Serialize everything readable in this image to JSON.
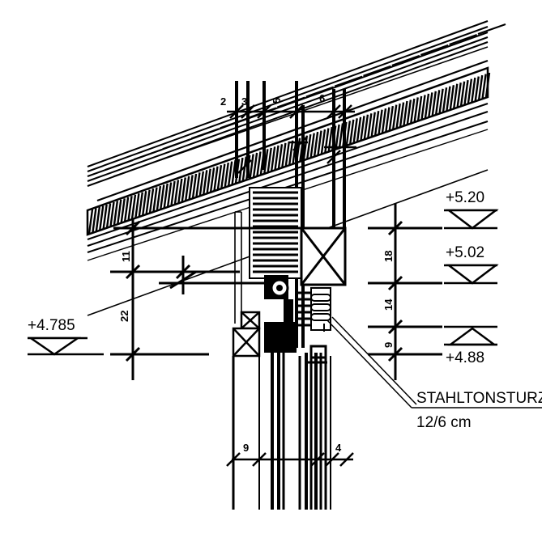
{
  "levels": {
    "l520": "+5.20",
    "l502": "+5.02",
    "l488": "+4.88",
    "l4785": "+4.785"
  },
  "dimensions": {
    "d2": "2",
    "d3": "3",
    "d5": "5",
    "d6": "6",
    "d11": "11",
    "d22": "22",
    "d18": "18",
    "d14": "14",
    "d9r": "9",
    "d9": "9",
    "d4": "4"
  },
  "annotation": {
    "line1": "STAHLTONSTURZ",
    "line2": "12/6 cm"
  }
}
